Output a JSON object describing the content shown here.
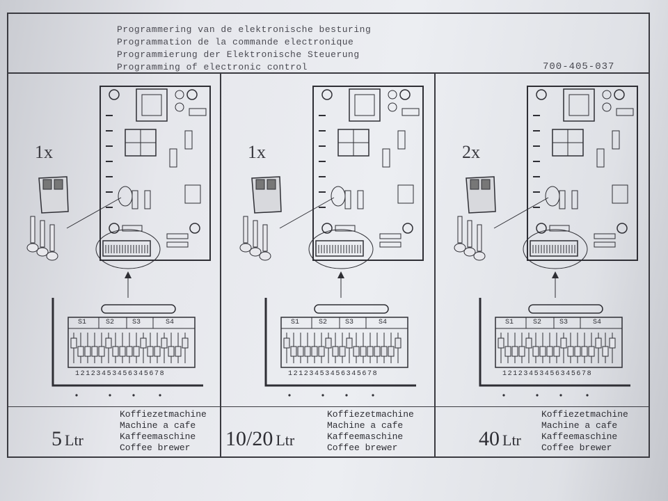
{
  "header": {
    "titles": [
      "Programmering van de elektronische besturing",
      "Programmation de la commande electronique",
      "Programmierung der Elektronische Steuerung",
      "Programming of electronic control"
    ],
    "part_number": "700-405-037"
  },
  "panels": [
    {
      "quantity": "1x",
      "volume": "5",
      "unit": "Ltr",
      "switch_groups": [
        "S1",
        "S2",
        "S3",
        "S4"
      ],
      "positions": "12123453456345678",
      "names": [
        "Koffiezetmachine",
        "Machine a cafe",
        "Kaffeemaschine",
        "Coffee brewer"
      ]
    },
    {
      "quantity": "1x",
      "volume": "10/20",
      "unit": "Ltr",
      "switch_groups": [
        "S1",
        "S2",
        "S3",
        "S4"
      ],
      "positions": "12123453456345678",
      "names": [
        "Koffiezetmachine",
        "Machine a cafe",
        "Kaffeemaschine",
        "Coffee brewer"
      ]
    },
    {
      "quantity": "2x",
      "volume": "40",
      "unit": "Ltr",
      "switch_groups": [
        "S1",
        "S2",
        "S3",
        "S4"
      ],
      "positions": "12123453456345678",
      "names": [
        "Koffiezetmachine",
        "Machine a cafe",
        "Kaffeemaschine",
        "Coffee brewer"
      ]
    }
  ]
}
